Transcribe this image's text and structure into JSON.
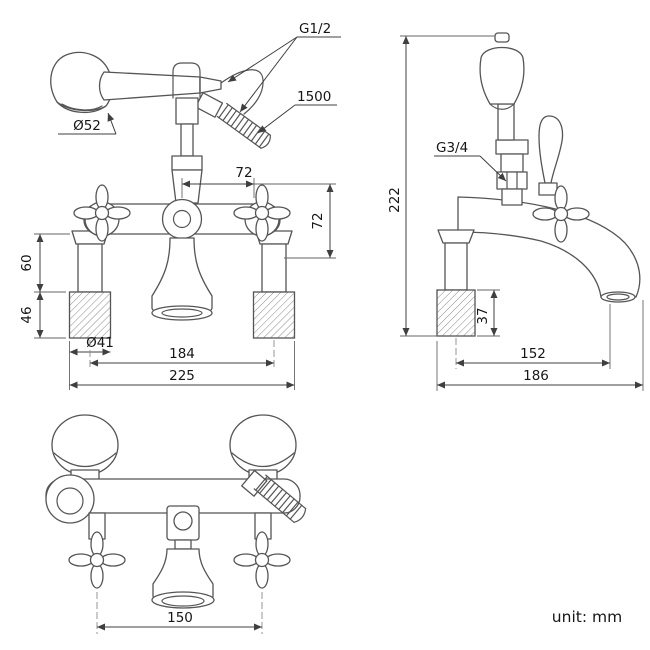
{
  "unit_note": "unit: mm",
  "labels": {
    "hose_thread": "G1/2",
    "hose_length": "1500",
    "handset_diameter": "Ø52",
    "valve_spacing_h": "72",
    "valve_spacing_v": "72",
    "body_height": "60",
    "shank_length": "46",
    "shank_diameter": "Ø41",
    "inlet_centres": "184",
    "overall_width": "225",
    "overall_height": "222",
    "outlet_thread": "G3/4",
    "deck_thickness": "37",
    "spout_reach": "152",
    "overall_depth": "186",
    "handle_centres": "150"
  }
}
